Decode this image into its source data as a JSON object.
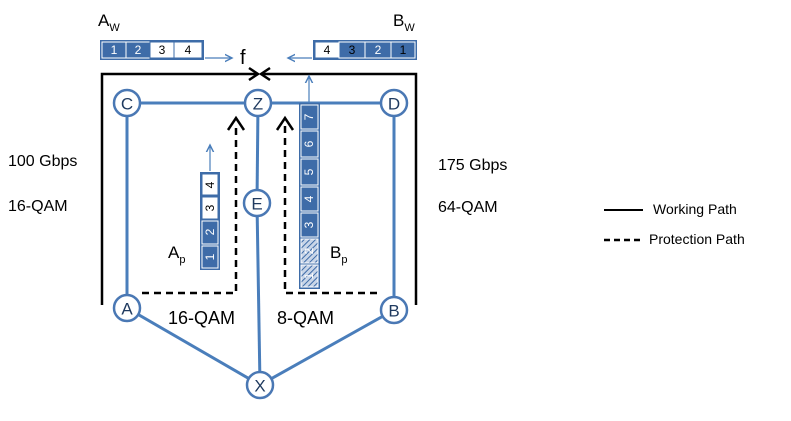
{
  "nodes": {
    "C": "C",
    "Z": "Z",
    "D": "D",
    "E": "E",
    "A": "A",
    "B": "B",
    "X": "X"
  },
  "labels": {
    "left_rate": "100 Gbps",
    "left_mod": "16-QAM",
    "right_rate": "175 Gbps",
    "right_mod": "64-QAM",
    "bottom_left_mod": "16-QAM",
    "bottom_right_mod": "8-QAM",
    "fault": "f",
    "aw_main": "A",
    "aw_sub": "W",
    "bw_main": "B",
    "bw_sub": "W",
    "ap_main": "A",
    "ap_sub": "p",
    "bp_main": "B",
    "bp_sub": "p"
  },
  "legend": {
    "working": "Working Path",
    "protection": "Protection Path"
  },
  "blocks": {
    "aw": [
      "1",
      "2",
      "3",
      "4"
    ],
    "bw": [
      "4",
      "3",
      "2",
      "1"
    ],
    "ap": [
      "1",
      "2",
      "3",
      "4"
    ],
    "bp": [
      "1",
      "2",
      "3",
      "4",
      "5",
      "6",
      "7"
    ]
  },
  "colors": {
    "link": "#4a7ebb",
    "block": "#3e6ca8",
    "node_stroke": "#4a78b4"
  }
}
